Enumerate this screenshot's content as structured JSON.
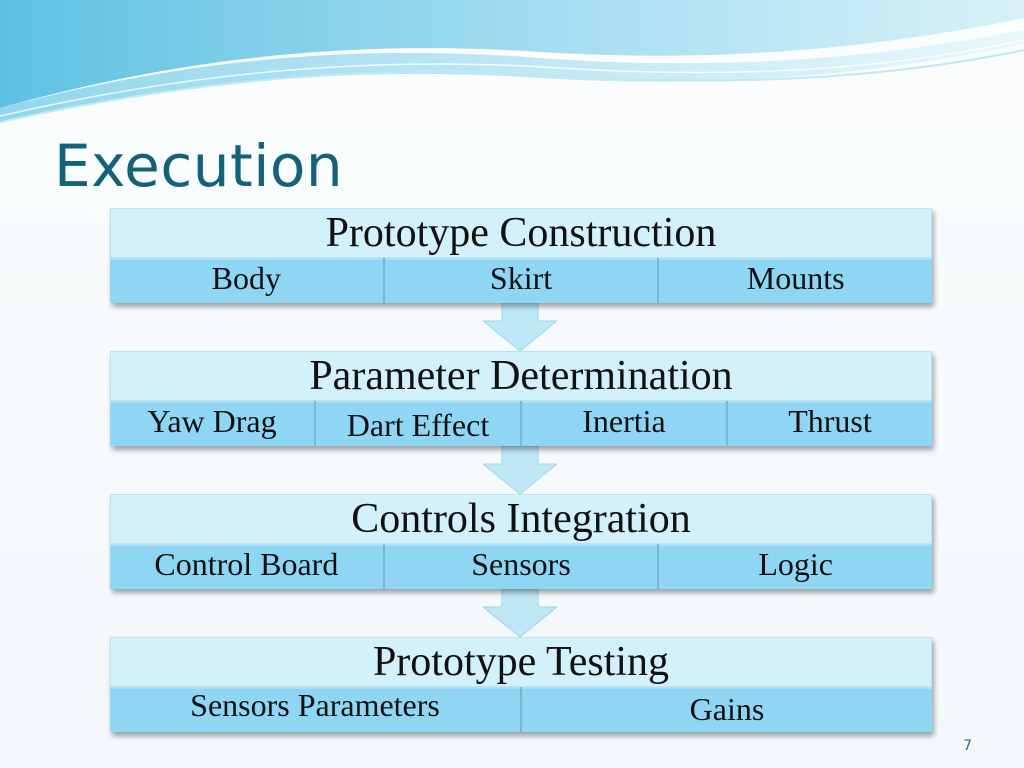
{
  "slide": {
    "title": "Execution",
    "slide_number": "7"
  },
  "stages": [
    {
      "title": "Prototype Construction",
      "items": [
        "Body",
        "Skirt",
        "Mounts"
      ]
    },
    {
      "title": "Parameter Determination",
      "items": [
        "Yaw Drag",
        "Dart Effect",
        "Inertia",
        "Thrust"
      ]
    },
    {
      "title": "Controls Integration",
      "items": [
        "Control Board",
        "Sensors",
        "Logic"
      ]
    },
    {
      "title": "Prototype Testing",
      "items": [
        "Sensors Parameters",
        "Gains"
      ]
    }
  ],
  "colors": {
    "title": "#13627a",
    "header_fill": "#d3f1fa",
    "item_fill": "#8fd6f4",
    "arrow_fill": "#bfe8f7",
    "wave_dark": "#4fb3d6",
    "wave_light": "#a9def0"
  }
}
